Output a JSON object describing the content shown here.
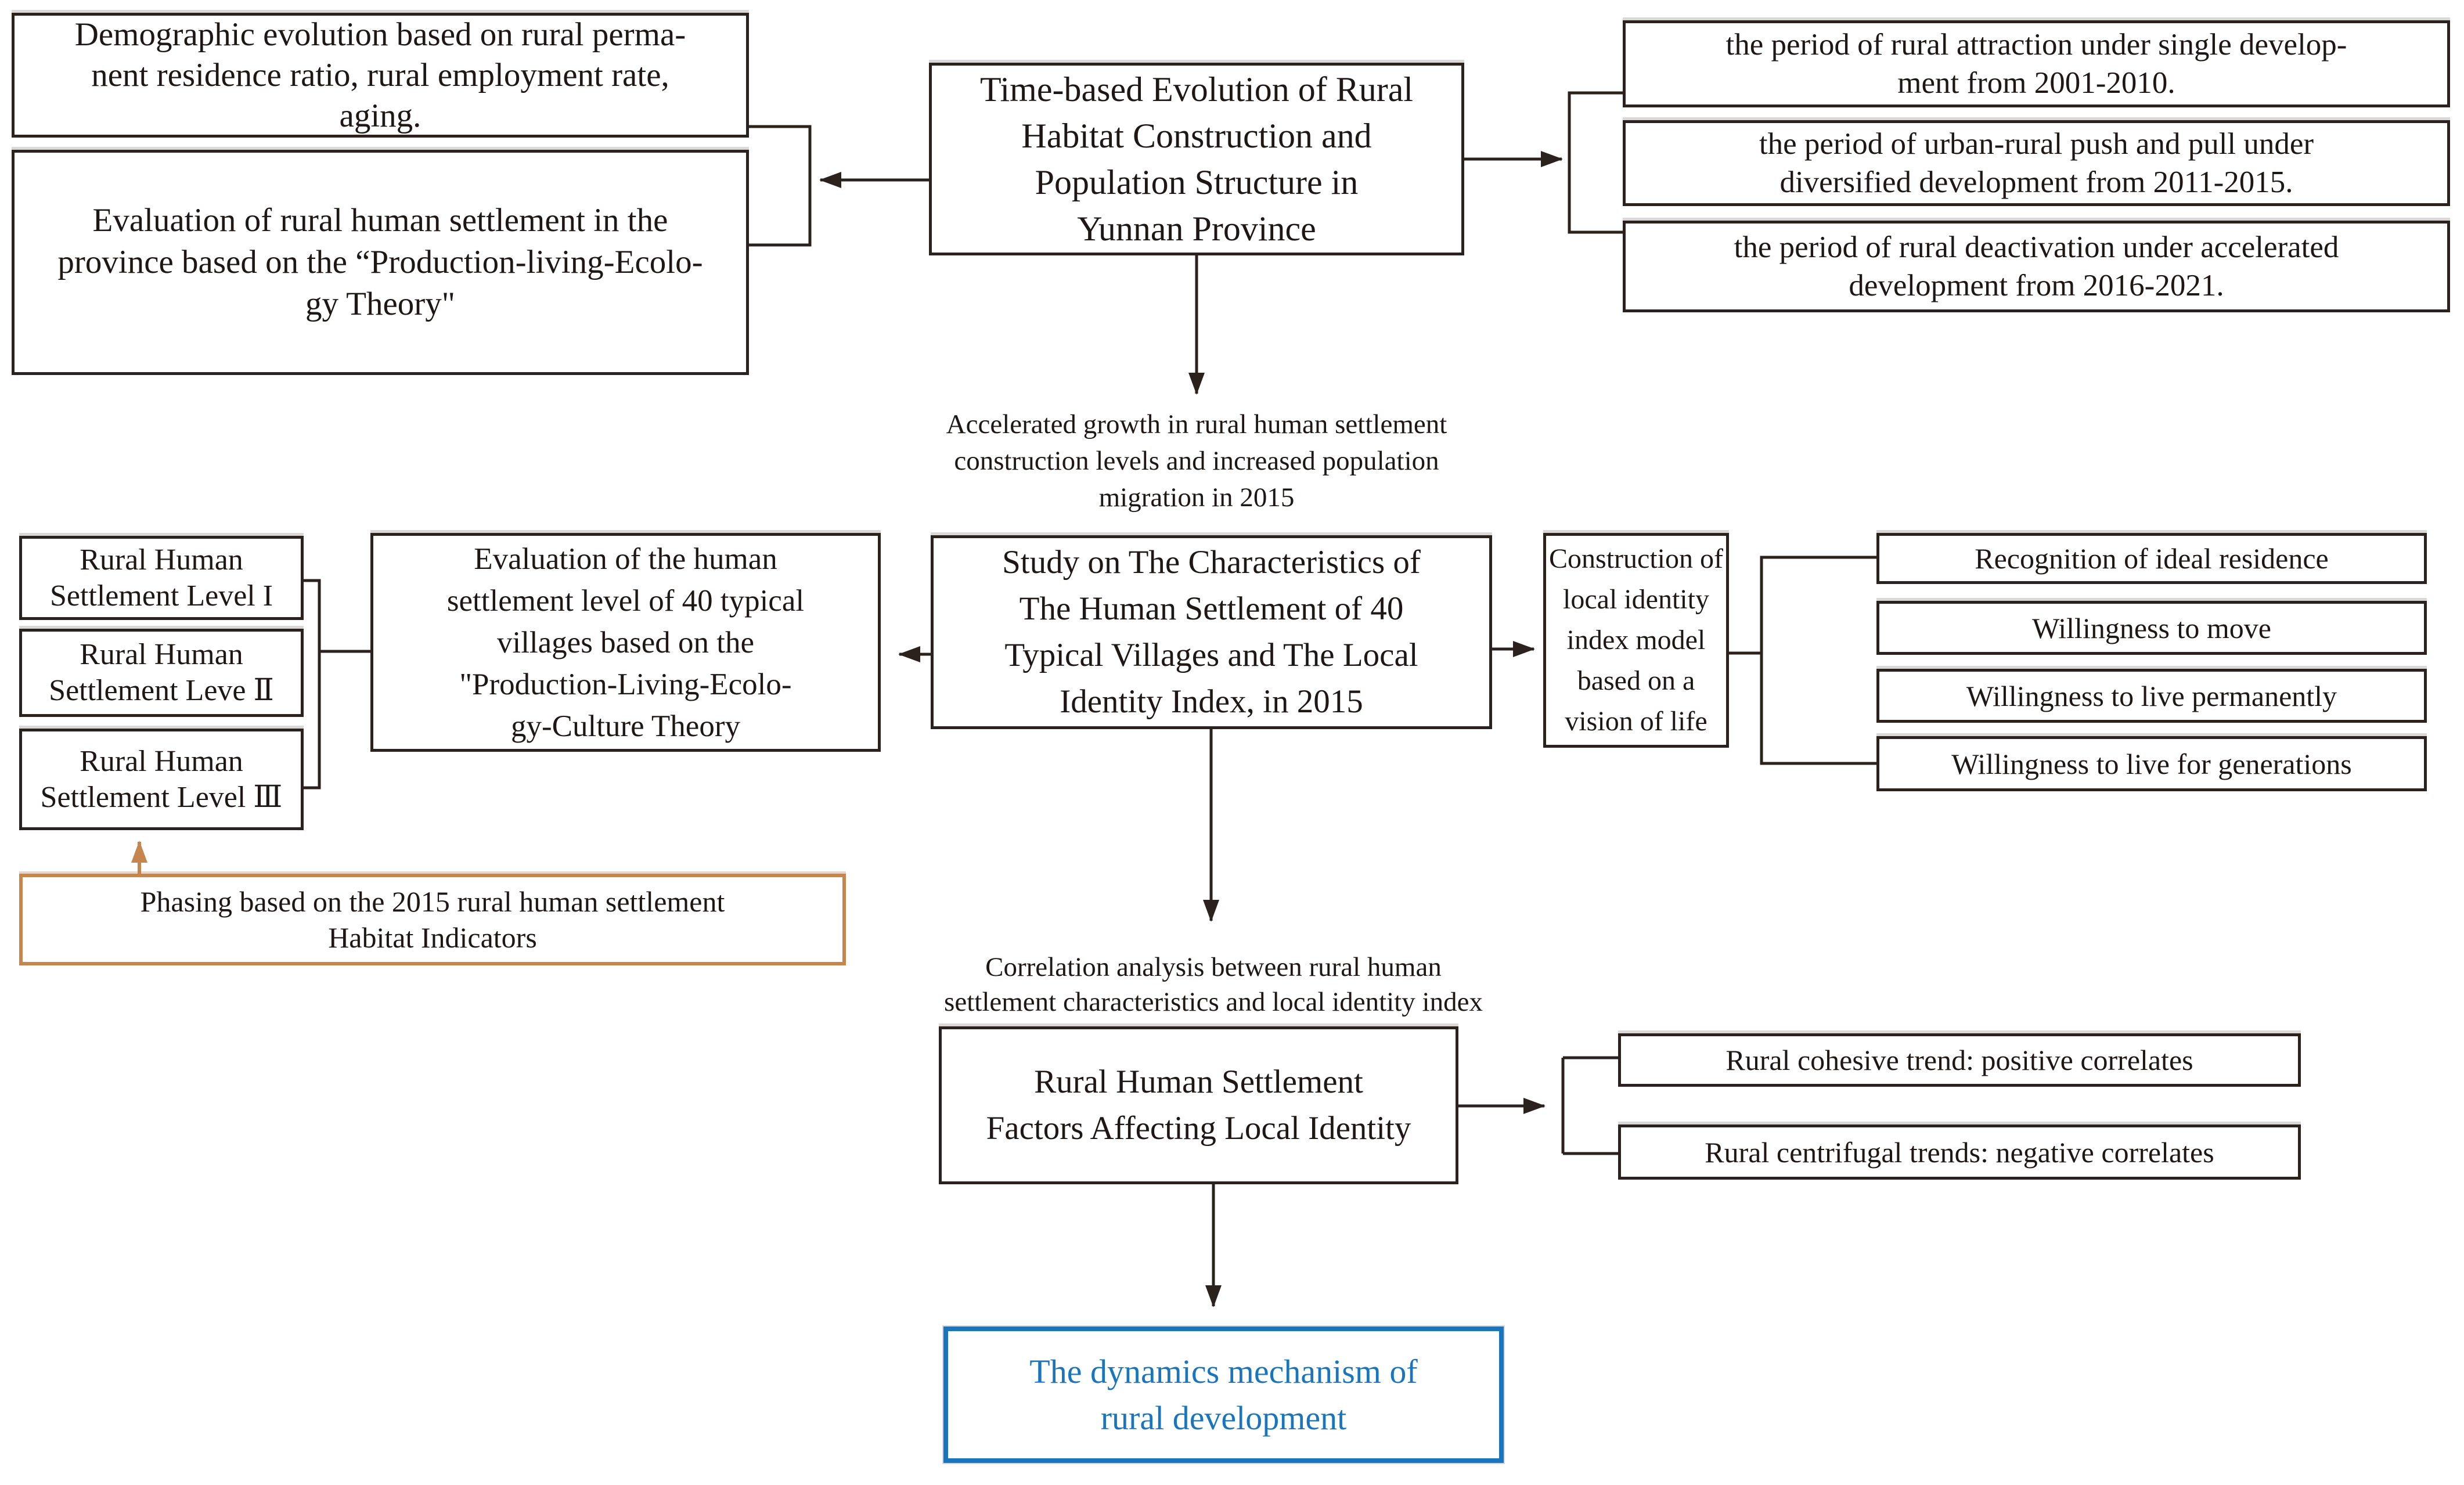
{
  "figure_title": "Research framework flowchart",
  "boxes": {
    "demographic": "Demographic evolution based on rural perma-\nnent residence ratio, rural employment rate,\naging.",
    "evaluation_province": "Evaluation of rural human settlement in the\nprovince based on the “Production-living-Ecolo-\ngy Theory\"",
    "time_based": "Time-based Evolution of Rural\nHabitat Construction and\nPopulation Structure in\nYunnan Province",
    "period_attraction": "the period of rural attraction under single develop-\nment from 2001-2010.",
    "period_push_pull": "the period of urban-rural push and pull under\ndiversified development from 2011-2015.",
    "period_deactivation": "the period of rural deactivation under accelerated\ndevelopment from 2016-2021.",
    "level1": "Rural Human\nSettlement Level I",
    "level2": "Rural Human\nSettlement Leve Ⅱ",
    "level3": "Rural Human\nSettlement Level Ⅲ",
    "evaluation_villages": "Evaluation of the human\nsettlement level of 40 typical\nvillages based on the\n\"Production-Living-Ecolo-\ngy-Culture Theory",
    "study": "Study on The Characteristics of\nThe Human Settlement of 40\nTypical Villages and The Local\nIdentity Index, in 2015",
    "construction": "Construction of\nlocal identity\nindex model\nbased on a\nvision of life",
    "recognition": "Recognition of ideal residence",
    "willingness_move": "Willingness to move",
    "willingness_permanent": "Willingness to live permanently",
    "willingness_generations": "Willingness to live for generations",
    "phasing": "Phasing based on the 2015 rural human settlement\nHabitat Indicators",
    "factors": "Rural Human Settlement\nFactors Affecting Local Identity",
    "cohesive": "Rural cohesive trend: positive correlates",
    "centrifugal": "Rural centrifugal trends: negative correlates",
    "dynamics": "The dynamics mechanism of\nrural development"
  },
  "notes": {
    "growth": "Accelerated growth in rural human settlement\nconstruction levels and increased population\nmigration in 2015",
    "correlation": "Correlation analysis between rural human\nsettlement characteristics and local identity index"
  },
  "colors": {
    "line": "#2b221e",
    "text": "#1f1713",
    "orange_accent": "#c7854e",
    "blue_accent": "#1b75bc",
    "background": "#ffffff"
  }
}
